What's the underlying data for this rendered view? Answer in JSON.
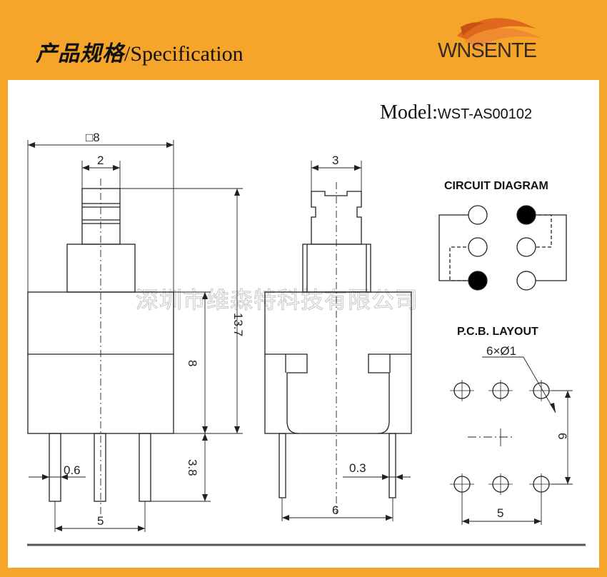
{
  "header": {
    "title_cn": "产品规格",
    "title_en": "/Specification",
    "brand": "WNSENTE"
  },
  "model": {
    "label": "Model:",
    "code": "WST-AS00102"
  },
  "watermark": "深圳市维森特科技有限公司",
  "front_view": {
    "dim_width": "□8",
    "dim_stem": "2",
    "dim_height": "13.7",
    "dim_body": "8",
    "dim_pin_len": "3.8",
    "dim_pin_width": "0.6",
    "dim_pitch": "5"
  },
  "side_view": {
    "dim_top": "3",
    "dim_pin": "0.3",
    "dim_width": "6"
  },
  "circuit": {
    "title": "CIRCUIT DIAGRAM"
  },
  "pcb": {
    "title": "P.C.B. LAYOUT",
    "holes": "6×Ø1",
    "dim_row": "6",
    "dim_pitch": "5"
  },
  "colors": {
    "background": "#f5a52a",
    "line": "#222222"
  }
}
